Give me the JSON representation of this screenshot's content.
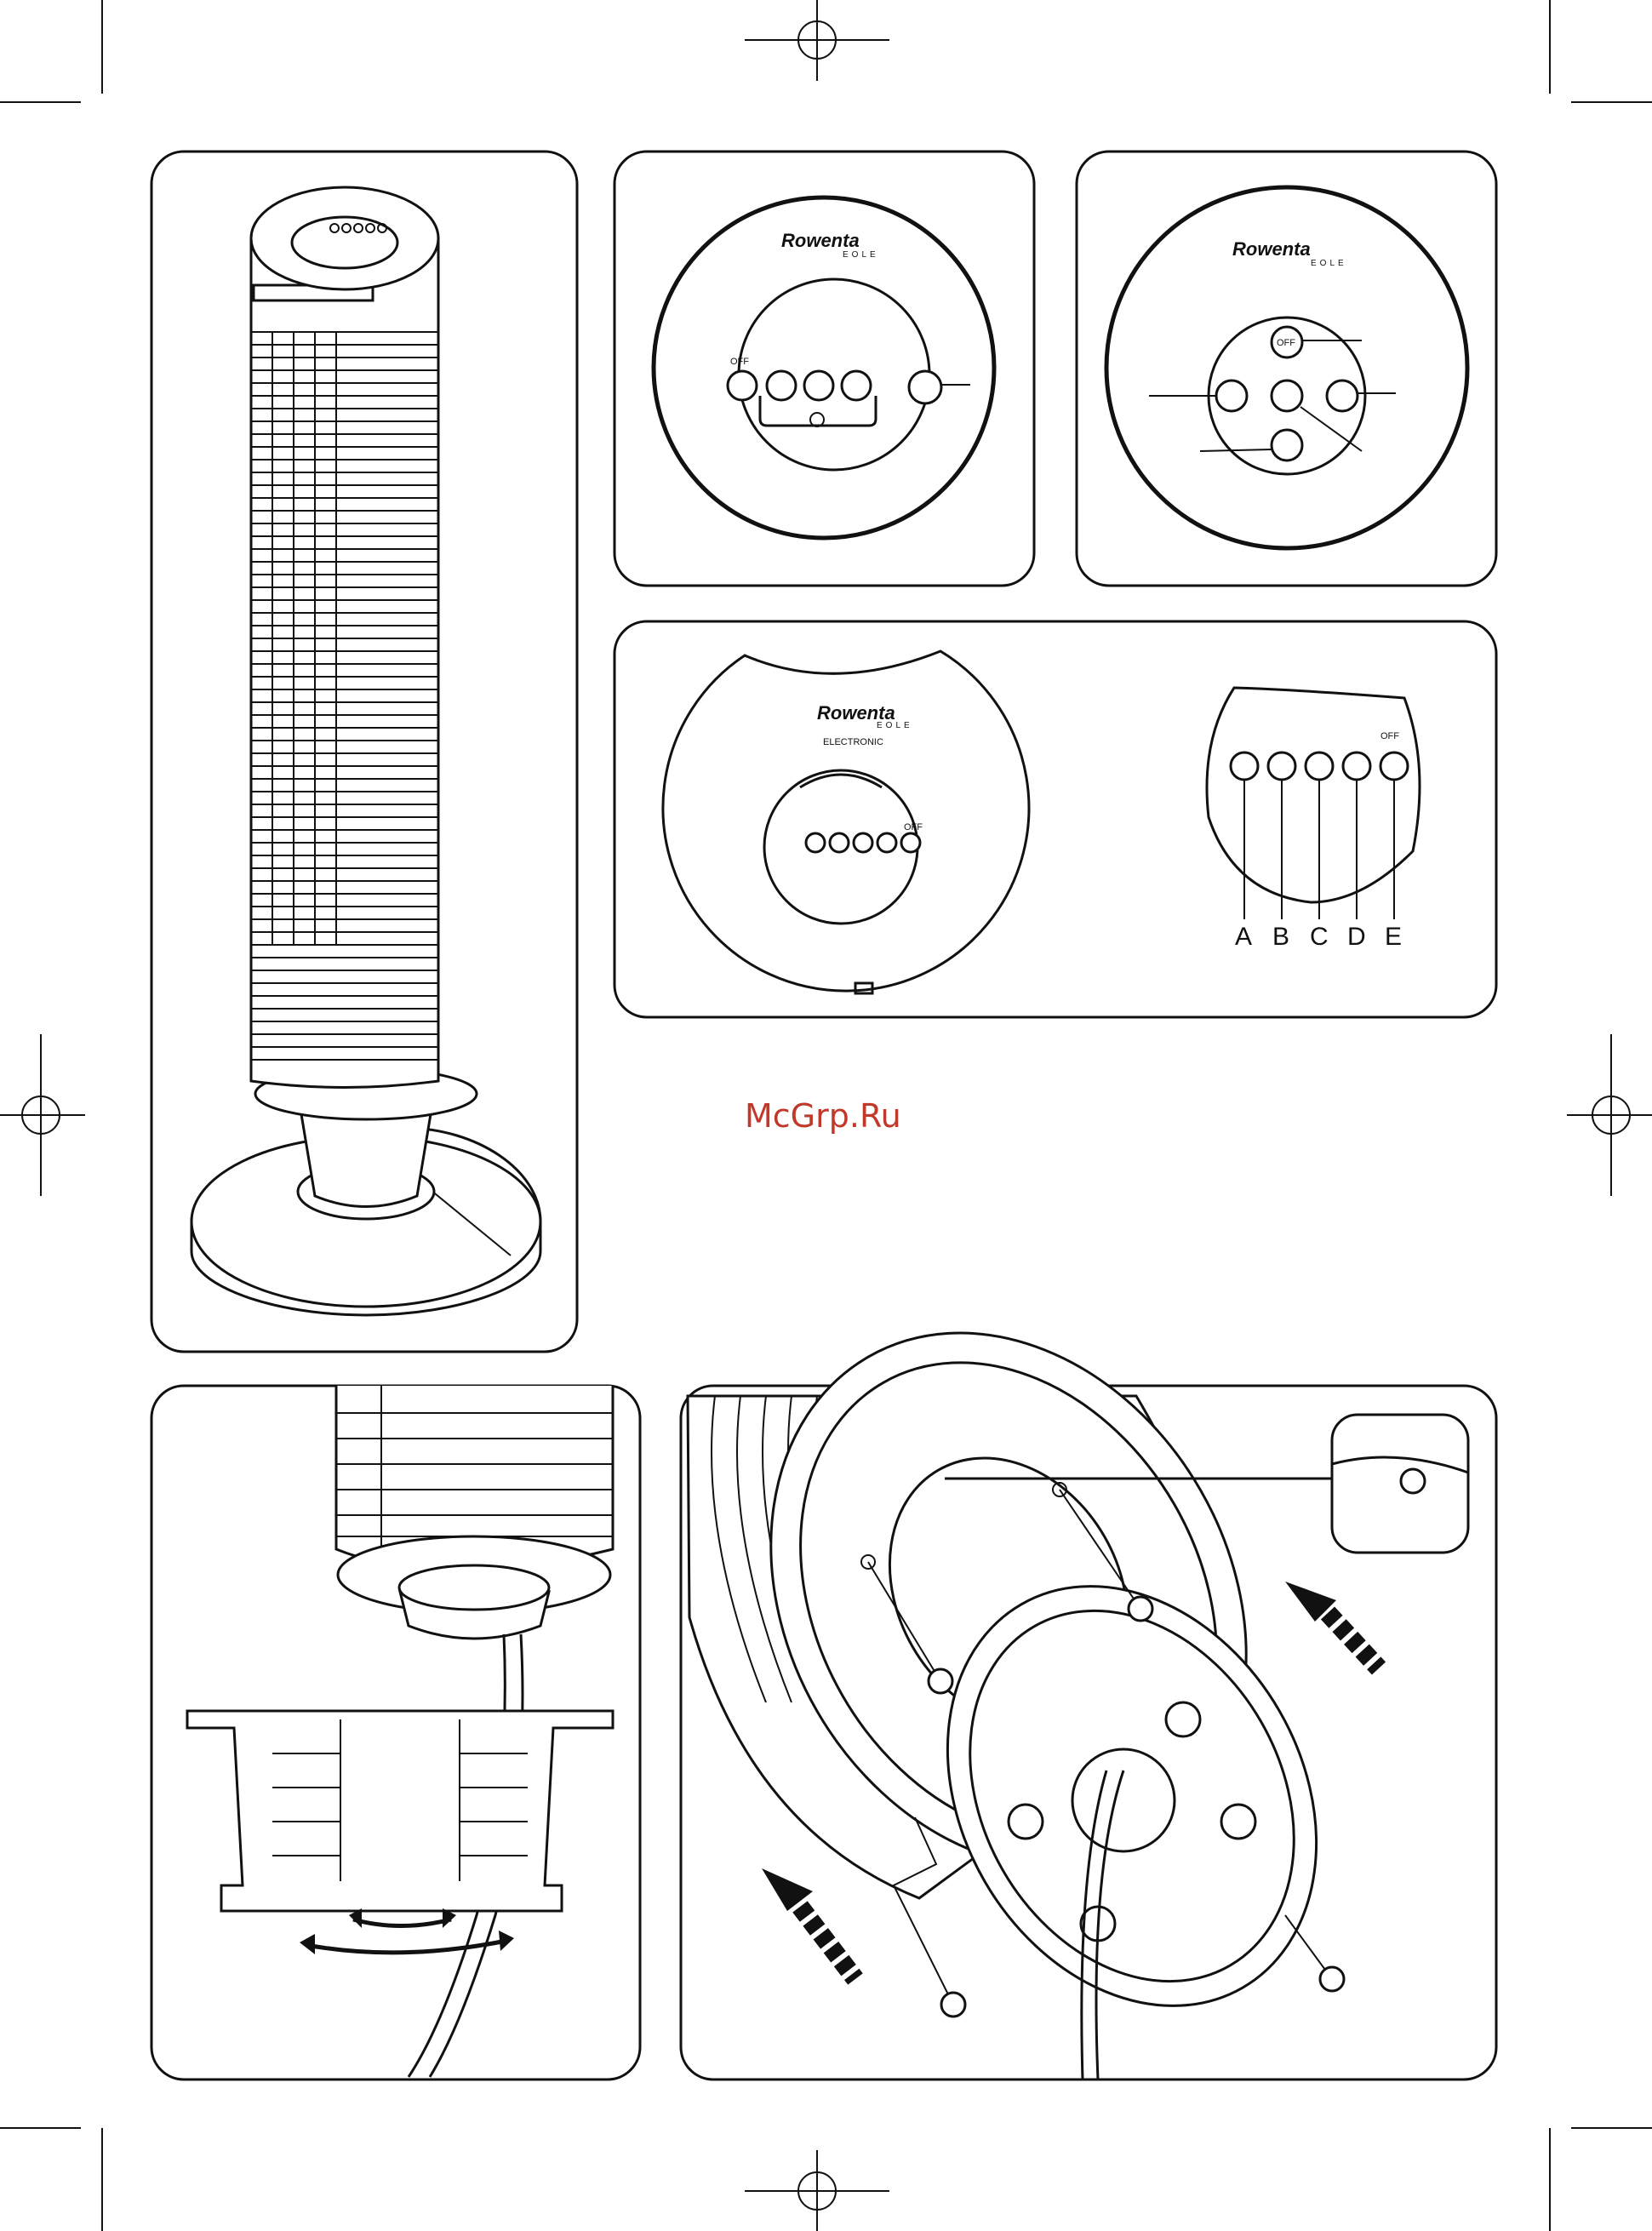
{
  "panel_top_middle": {
    "brand": "Rowenta",
    "model": "EOLE",
    "off_label": "OFF"
  },
  "panel_top_right": {
    "brand": "Rowenta",
    "model": "EOLE",
    "off_label": "OFF"
  },
  "panel_middle": {
    "brand": "Rowenta",
    "model": "EOLE",
    "subtitle": "ELECTRONIC",
    "off_label": "OFF",
    "callouts": [
      "A",
      "B",
      "C",
      "D",
      "E"
    ]
  },
  "watermark": "McGrp.Ru"
}
